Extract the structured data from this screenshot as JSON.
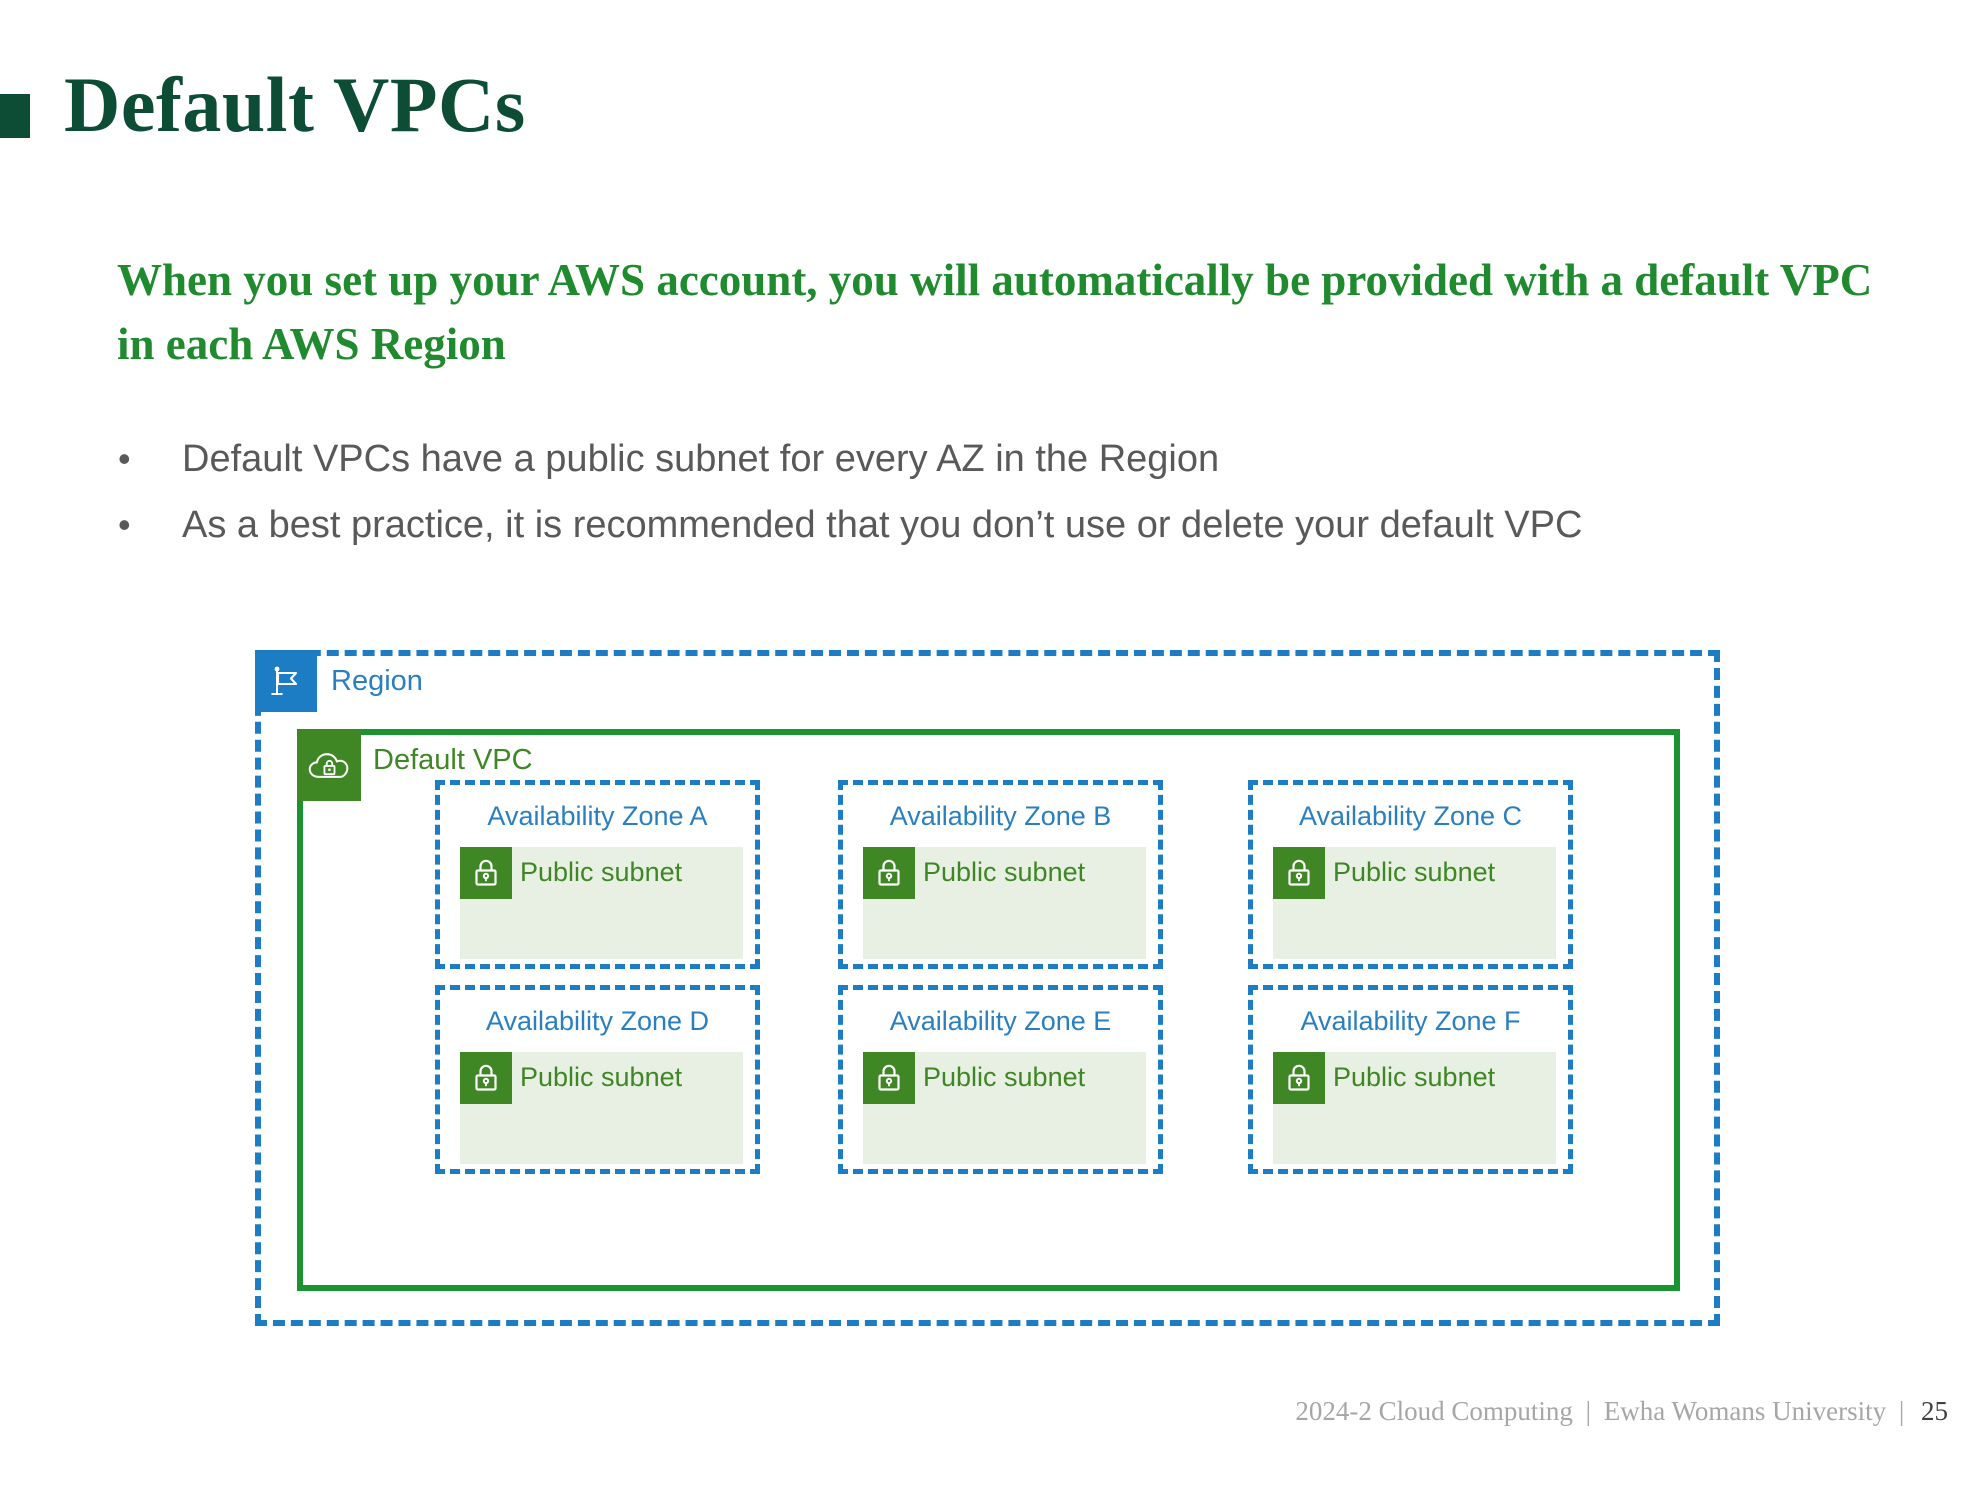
{
  "slide": {
    "title": "Default VPCs",
    "subtitle": "When you set up your AWS account, you will automatically be provided with a default VPC in each AWS Region",
    "bullets": [
      {
        "marker": "•",
        "text": "Default VPCs have a public subnet for every AZ in the Region"
      },
      {
        "marker": "•",
        "text": "As a best practice, it is recommended that you don’t use or delete your default VPC"
      }
    ]
  },
  "diagram": {
    "region": {
      "label": "Region",
      "icon": "region-flag-icon"
    },
    "vpc": {
      "label": "Default VPC",
      "icon": "vpc-cloud-lock-icon"
    },
    "subnet_label": "Public subnet",
    "subnet_icon": "public-subnet-lock-icon",
    "zones": [
      {
        "label": "Availability Zone A",
        "subnet": "Public subnet"
      },
      {
        "label": "Availability Zone B",
        "subnet": "Public subnet"
      },
      {
        "label": "Availability Zone C",
        "subnet": "Public subnet"
      },
      {
        "label": "Availability Zone D",
        "subnet": "Public subnet"
      },
      {
        "label": "Availability Zone E",
        "subnet": "Public subnet"
      },
      {
        "label": "Availability Zone F",
        "subnet": "Public subnet"
      }
    ]
  },
  "footer": {
    "course": "2024-2 Cloud Computing",
    "separator": "|",
    "institution": "Ewha Womans University",
    "page_number": "25"
  },
  "colors": {
    "title_green": "#0d4d35",
    "subtitle_green": "#1f8a2e",
    "body_gray": "#595959",
    "aws_blue": "#1c7dc4",
    "aws_green_border": "#1a9431",
    "aws_icon_green": "#3f8624",
    "subnet_fill": "#e7f0e3",
    "footer_gray": "#a6a6a6"
  }
}
